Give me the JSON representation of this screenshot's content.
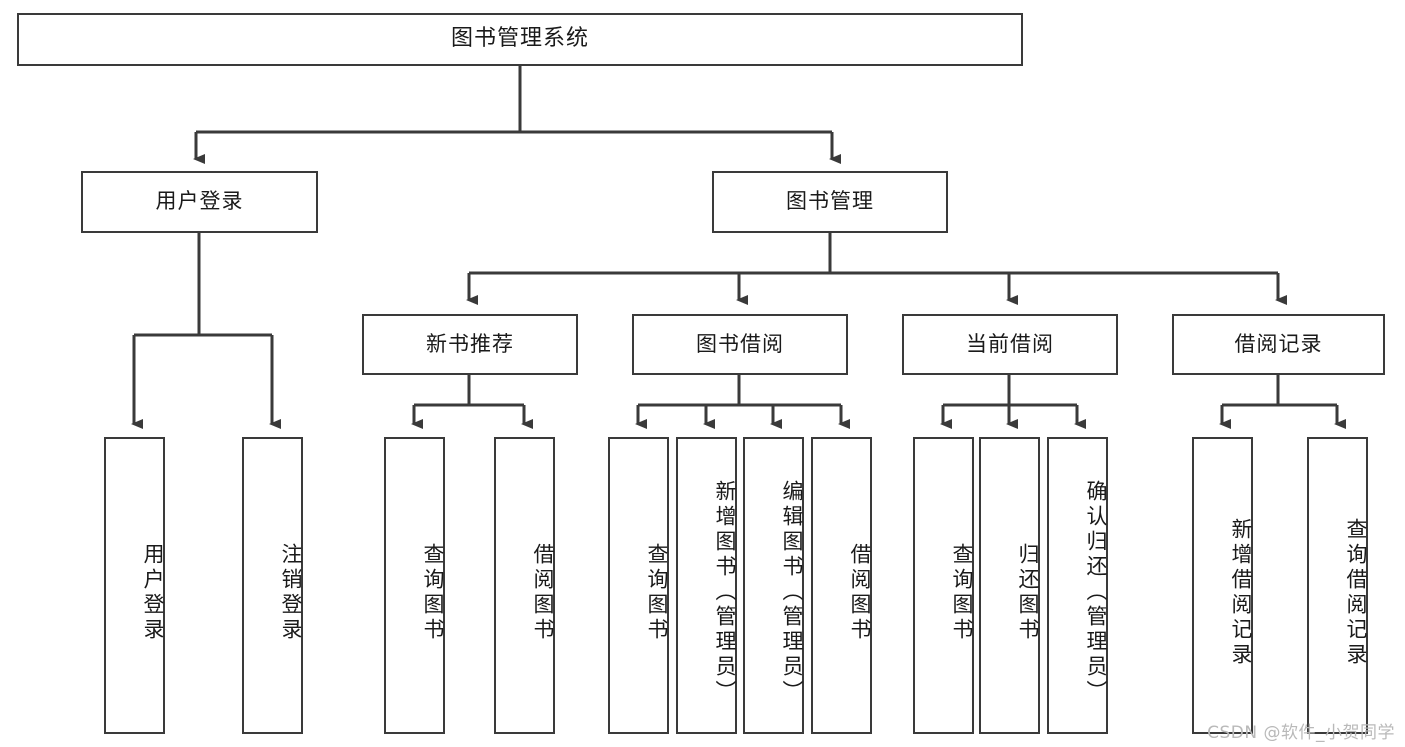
{
  "diagram": {
    "title": "图书管理系统",
    "type": "tree",
    "root": {
      "label": "图书管理系统"
    },
    "level2": [
      {
        "label": "用户登录"
      },
      {
        "label": "图书管理"
      }
    ],
    "level3": [
      {
        "label": "新书推荐"
      },
      {
        "label": "图书借阅"
      },
      {
        "label": "当前借阅"
      },
      {
        "label": "借阅记录"
      }
    ],
    "leaves": {
      "user_login": [
        {
          "label": "用户登录"
        },
        {
          "label": "注销登录"
        }
      ],
      "new_book_recommend": [
        {
          "label": "查询图书"
        },
        {
          "label": "借阅图书"
        }
      ],
      "book_borrow": [
        {
          "label": "查询图书"
        },
        {
          "label": "新增图书（管理员）"
        },
        {
          "label": "编辑图书（管理员）"
        },
        {
          "label": "借阅图书"
        }
      ],
      "current_borrow": [
        {
          "label": "查询图书"
        },
        {
          "label": "归还图书"
        },
        {
          "label": "确认归还（管理员）"
        }
      ],
      "borrow_record": [
        {
          "label": "新增借阅记录"
        },
        {
          "label": "查询借阅记录"
        }
      ]
    }
  },
  "watermark": {
    "text": "CSDN @软件_小贺同学"
  },
  "colors": {
    "border": "#3a3a3a",
    "background": "#ffffff",
    "text": "#1a1a1a",
    "watermark": "#b9b9b9"
  }
}
